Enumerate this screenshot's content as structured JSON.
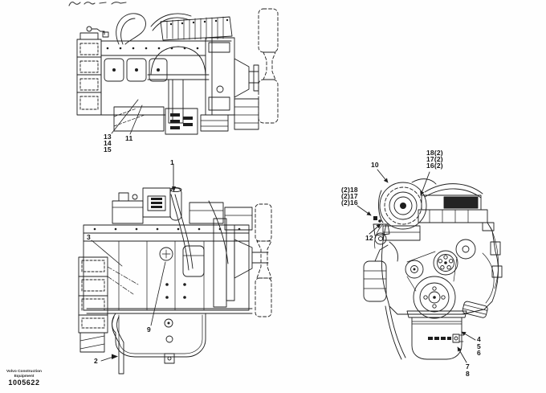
{
  "colors": {
    "line": "#1d1d1d",
    "background": "#ffffff",
    "dark_fill": "#242424"
  },
  "footer": {
    "brand_line1": "Volvo Construction",
    "brand_line2": "Equipment",
    "figure_number": "1005622"
  },
  "callouts": {
    "side_view_top": {
      "c13": "13",
      "c14": "14",
      "c15": "15",
      "c11": "11"
    },
    "side_view_main": {
      "c1": "1",
      "c3": "3",
      "c9": "9",
      "c2": "2"
    },
    "front_view": {
      "c10": "10",
      "c18_right": "18(2)",
      "c17_right": "17(2)",
      "c16_right": "16(2)",
      "c18_left": "(2)18",
      "c17_left": "(2)17",
      "c16_left": "(2)16",
      "c12": "12",
      "c4": "4",
      "c5": "5",
      "c6": "6",
      "c7": "7",
      "c8": "8"
    }
  }
}
